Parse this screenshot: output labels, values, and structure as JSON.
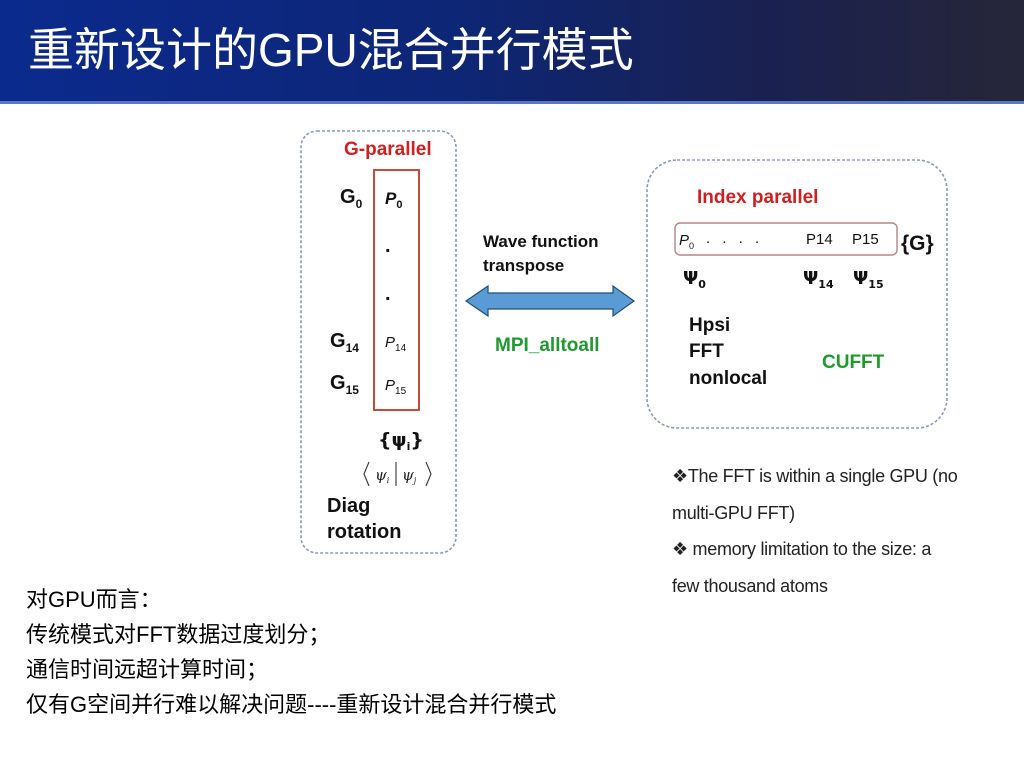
{
  "slide": {
    "title": "重新设计的GPU混合并行模式"
  },
  "colors": {
    "title_bg": "#0d2675",
    "red_label": "#d11f1f",
    "green_label": "#1e9a2e",
    "arrow_fill": "#5b9bd5",
    "arrow_stroke": "#1f4e79",
    "box_stroke": "#8a9ab5"
  },
  "left_panel": {
    "label": "G-parallel",
    "rows": [
      {
        "g": "G",
        "g_sub": "0",
        "p": "P",
        "p_sub": "0"
      },
      {
        "g": "",
        "g_sub": "",
        "p": ".",
        "p_sub": ""
      },
      {
        "g": "",
        "g_sub": "",
        "p": ".",
        "p_sub": ""
      },
      {
        "g": "G",
        "g_sub": "14",
        "p": "P",
        "p_sub": "14"
      },
      {
        "g": "G",
        "g_sub": "15",
        "p": "P",
        "p_sub": "15"
      }
    ],
    "psi_set": "{ψ",
    "psi_set_sub": "i",
    "psi_set_close": "}",
    "bracket_psi_i": "ψ",
    "bracket_sub_i": "i",
    "bracket_psi_j": "ψ",
    "bracket_sub_j": "j",
    "diag_line1": "Diag",
    "diag_line2": "rotation"
  },
  "middle": {
    "transpose_line1": "Wave function",
    "transpose_line2": "transpose",
    "mpi_label": "MPI_alltoall"
  },
  "right_panel": {
    "label": "Index parallel",
    "p0": "P",
    "p0_sub": "0",
    "dots": ". . . .",
    "p14": "P14",
    "p15": "P15",
    "g_set": "{G}",
    "psi0": "Ψ",
    "psi0_sub": "0",
    "psi14": "Ψ",
    "psi14_sub": "14",
    "psi15": "Ψ",
    "psi15_sub": "15",
    "ops": [
      "Hpsi",
      "FFT",
      "nonlocal"
    ],
    "cufft": "CUFFT"
  },
  "notes": {
    "line1": "❖The FFT is within a single GPU (no",
    "line2": "multi-GPU FFT)",
    "line3": "❖  memory limitation to the size: a",
    "line4": "few thousand atoms"
  },
  "body": {
    "lines": [
      "对GPU而言：",
      "传统模式对FFT数据过度划分；",
      "通信时间远超计算时间；",
      "仅有G空间并行难以解决问题----重新设计混合并行模式"
    ]
  }
}
